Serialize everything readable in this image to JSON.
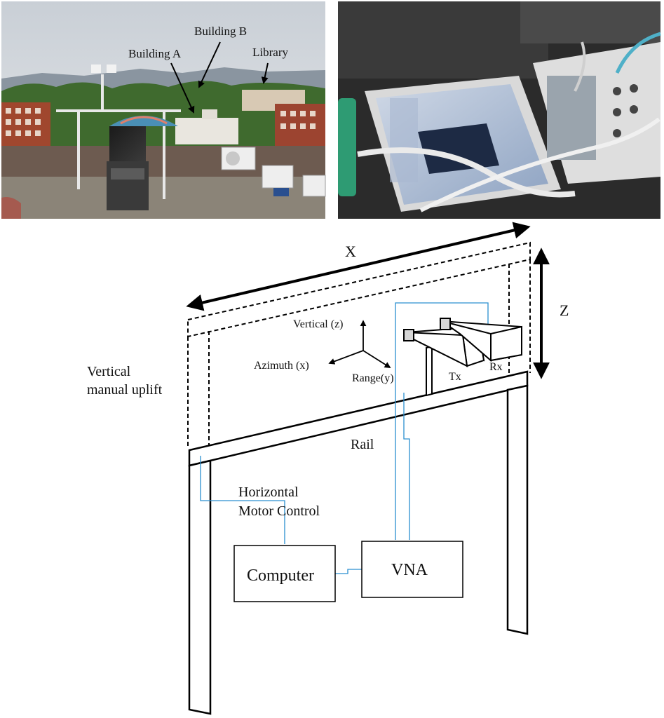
{
  "photo_left": {
    "labels": {
      "building_a": "Building A",
      "building_b": "Building B",
      "library": "Library"
    }
  },
  "photo_right": {},
  "diagram": {
    "dimension_x": "X",
    "dimension_z": "Z",
    "vertical_axis": "Vertical (z)",
    "azimuth_axis": "Azimuth (x)",
    "range_axis": "Range(y)",
    "tx_label": "Tx",
    "rx_label": "Rx",
    "uplift_line1": "Vertical",
    "uplift_line2": "manual uplift",
    "rail_label": "Rail",
    "motor_line1": "Horizontal",
    "motor_line2": "Motor Control",
    "computer_label": "Computer",
    "vna_label": "VNA"
  }
}
